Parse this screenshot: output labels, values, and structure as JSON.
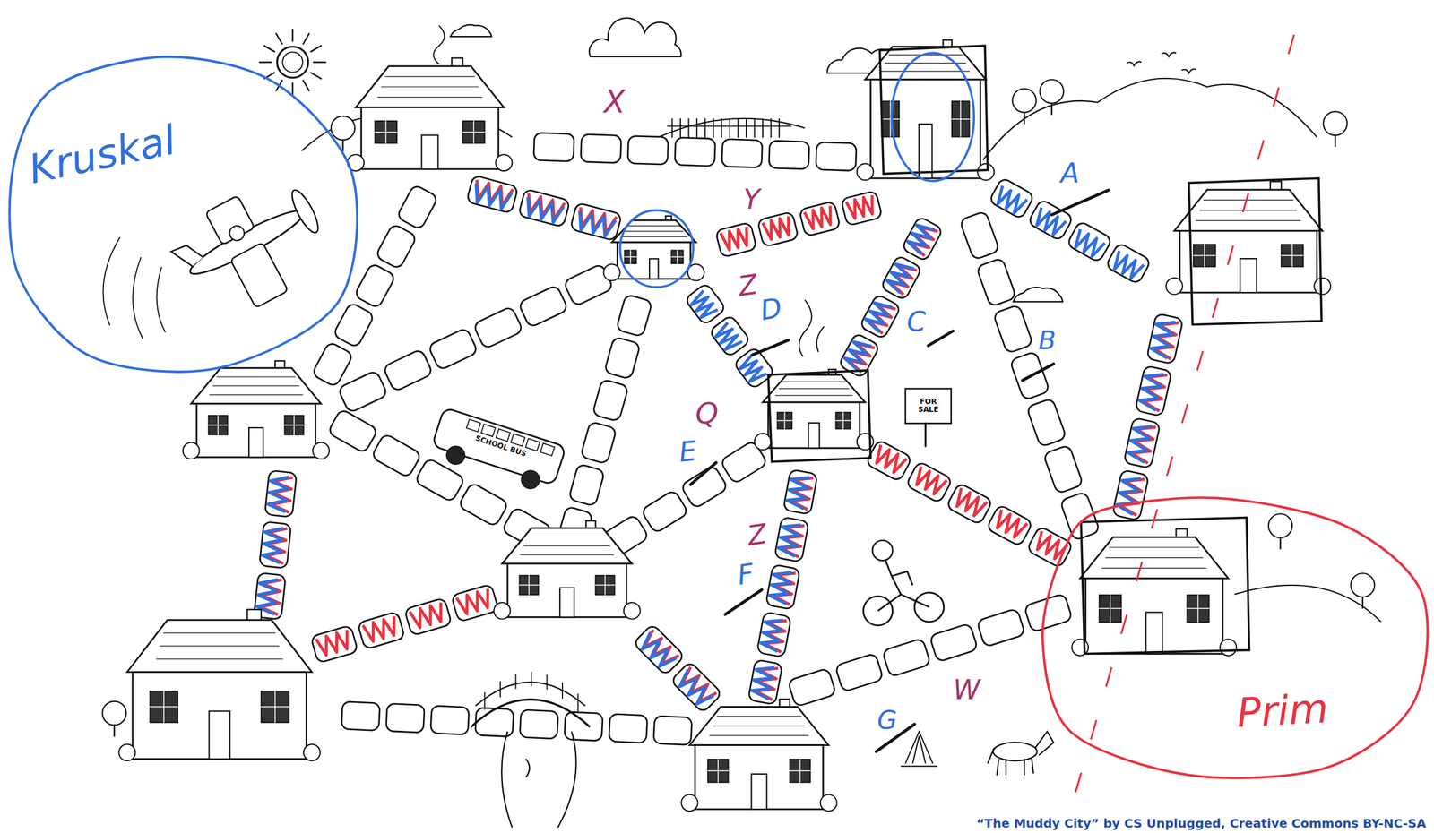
{
  "diagram": {
    "caption": "“The Muddy City” by CS Unplugged, Creative Commons BY-NC-SA",
    "nodes": [
      {
        "text": [
          "Kruskal"
        ]
      },
      {
        "text": [
          "Prim"
        ]
      }
    ],
    "labels": [
      "X",
      "Y",
      "Z",
      "Q",
      "Z",
      "W",
      "A",
      "B",
      "C",
      "D",
      "E",
      "F",
      "G",
      "SCHOOL BUS",
      "FOR SALE"
    ]
  }
}
